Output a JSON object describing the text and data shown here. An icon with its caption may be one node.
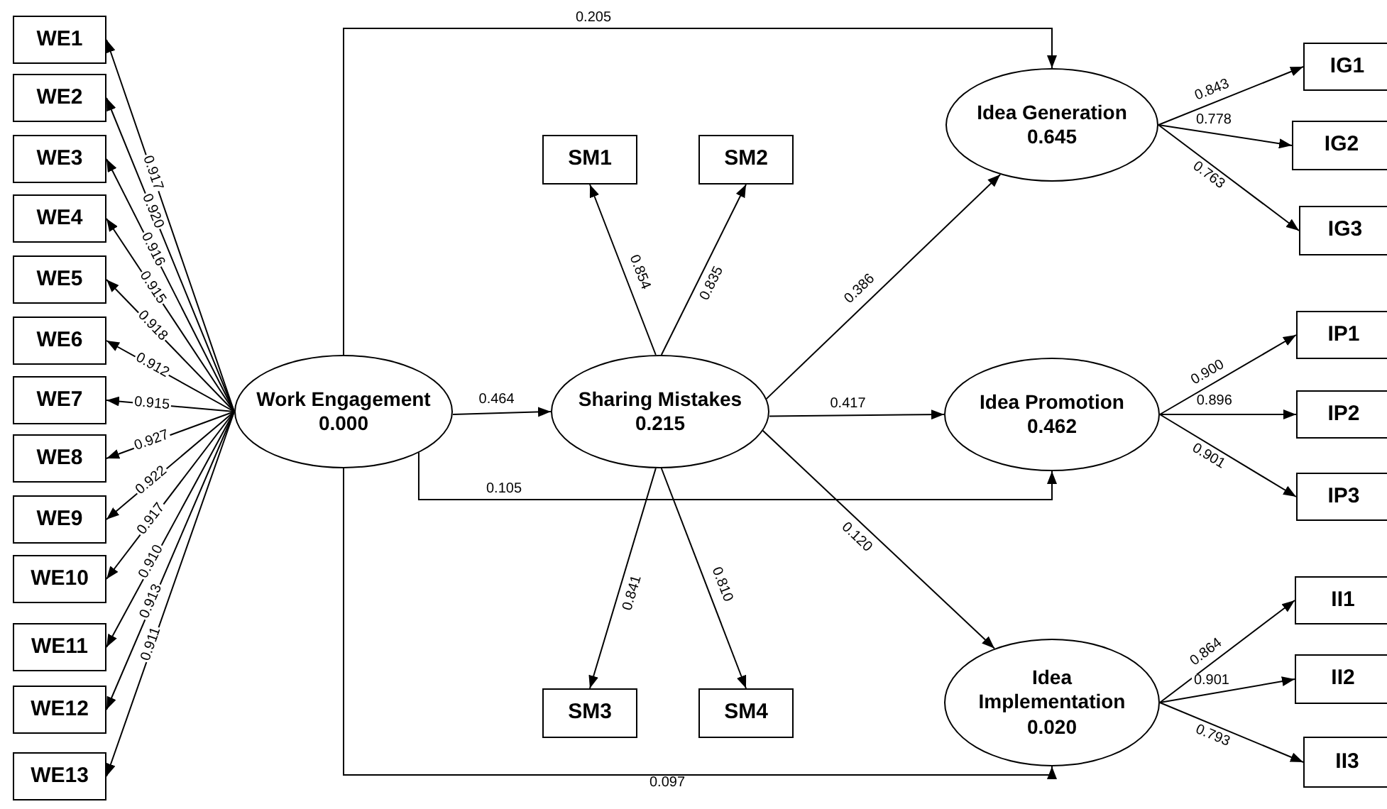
{
  "diagram": {
    "nodes": [
      {
        "text": [
          "WE1"
        ]
      },
      {
        "text": [
          "WE2"
        ]
      },
      {
        "text": [
          "WE3"
        ]
      },
      {
        "text": [
          "WE4"
        ]
      },
      {
        "text": [
          "WE5"
        ]
      },
      {
        "text": [
          "WE6"
        ]
      },
      {
        "text": [
          "WE7"
        ]
      },
      {
        "text": [
          "WE8"
        ]
      },
      {
        "text": [
          "WE9"
        ]
      },
      {
        "text": [
          "WE10"
        ]
      },
      {
        "text": [
          "WE11"
        ]
      },
      {
        "text": [
          "WE12"
        ]
      },
      {
        "text": [
          "WE13"
        ]
      },
      {
        "text": [
          "Work Engagement",
          "0.000"
        ]
      },
      {
        "text": [
          "Sharing Mistakes",
          "0.215"
        ]
      },
      {
        "text": [
          "Idea Generation",
          "0.645"
        ]
      },
      {
        "text": [
          "Idea Promotion",
          "0.462"
        ]
      },
      {
        "text": [
          "Idea Implementation",
          "0.020"
        ]
      },
      {
        "text": [
          "SM1"
        ]
      },
      {
        "text": [
          "SM2"
        ]
      },
      {
        "text": [
          "SM3"
        ]
      },
      {
        "text": [
          "SM4"
        ]
      },
      {
        "text": [
          "IG1"
        ]
      },
      {
        "text": [
          "IG2"
        ]
      },
      {
        "text": [
          "IG3"
        ]
      },
      {
        "text": [
          "IP1"
        ]
      },
      {
        "text": [
          "IP2"
        ]
      },
      {
        "text": [
          "IP3"
        ]
      },
      {
        "text": [
          "II1"
        ]
      },
      {
        "text": [
          "II2"
        ]
      },
      {
        "text": [
          "II3"
        ]
      }
    ],
    "edges": [
      {
        "from": 13,
        "to": 0,
        "arrow": "to",
        "label": "0.917"
      },
      {
        "from": 13,
        "to": 1,
        "arrow": "to",
        "label": "0.920"
      },
      {
        "from": 13,
        "to": 2,
        "arrow": "to",
        "label": "0.916"
      },
      {
        "from": 13,
        "to": 3,
        "arrow": "to",
        "label": "0.915"
      },
      {
        "from": 13,
        "to": 4,
        "arrow": "to",
        "label": "0.918"
      },
      {
        "from": 13,
        "to": 5,
        "arrow": "to",
        "label": "0.912"
      },
      {
        "from": 13,
        "to": 6,
        "arrow": "to",
        "label": "0.915"
      },
      {
        "from": 13,
        "to": 7,
        "arrow": "to",
        "label": "0.927"
      },
      {
        "from": 13,
        "to": 8,
        "arrow": "to",
        "label": "0.922"
      },
      {
        "from": 13,
        "to": 9,
        "arrow": "to",
        "label": "0.917"
      },
      {
        "from": 13,
        "to": 10,
        "arrow": "to",
        "label": "0.910"
      },
      {
        "from": 13,
        "to": 11,
        "arrow": "to",
        "label": "0.913"
      },
      {
        "from": 13,
        "to": 12,
        "arrow": "to",
        "label": "0.911"
      },
      {
        "from": 13,
        "to": 14,
        "arrow": "to",
        "label": "0.464"
      },
      {
        "from": 13,
        "to": 15,
        "arrow": "to",
        "label": "0.205"
      },
      {
        "from": 13,
        "to": 16,
        "arrow": "to",
        "label": "0.105"
      },
      {
        "from": 13,
        "to": 17,
        "arrow": "to",
        "label": "0.097"
      },
      {
        "from": 14,
        "to": 18,
        "arrow": "to",
        "label": "0.854"
      },
      {
        "from": 14,
        "to": 19,
        "arrow": "to",
        "label": "0.835"
      },
      {
        "from": 14,
        "to": 20,
        "arrow": "to",
        "label": "0.841"
      },
      {
        "from": 14,
        "to": 21,
        "arrow": "to",
        "label": "0.810"
      },
      {
        "from": 14,
        "to": 15,
        "arrow": "to",
        "label": "0.386"
      },
      {
        "from": 14,
        "to": 16,
        "arrow": "to",
        "label": "0.417"
      },
      {
        "from": 14,
        "to": 17,
        "arrow": "to",
        "label": "0.120"
      },
      {
        "from": 15,
        "to": 22,
        "arrow": "to",
        "label": "0.843"
      },
      {
        "from": 15,
        "to": 23,
        "arrow": "to",
        "label": "0.778"
      },
      {
        "from": 15,
        "to": 24,
        "arrow": "to",
        "label": "0.763"
      },
      {
        "from": 16,
        "to": 25,
        "arrow": "to",
        "label": "0.900"
      },
      {
        "from": 16,
        "to": 26,
        "arrow": "to",
        "label": "0.896"
      },
      {
        "from": 16,
        "to": 27,
        "arrow": "to",
        "label": "0.901"
      },
      {
        "from": 17,
        "to": 28,
        "arrow": "to",
        "label": "0.864"
      },
      {
        "from": 17,
        "to": 29,
        "arrow": "to",
        "label": "0.901"
      },
      {
        "from": 17,
        "to": 30,
        "arrow": "to",
        "label": "0.793"
      }
    ]
  }
}
